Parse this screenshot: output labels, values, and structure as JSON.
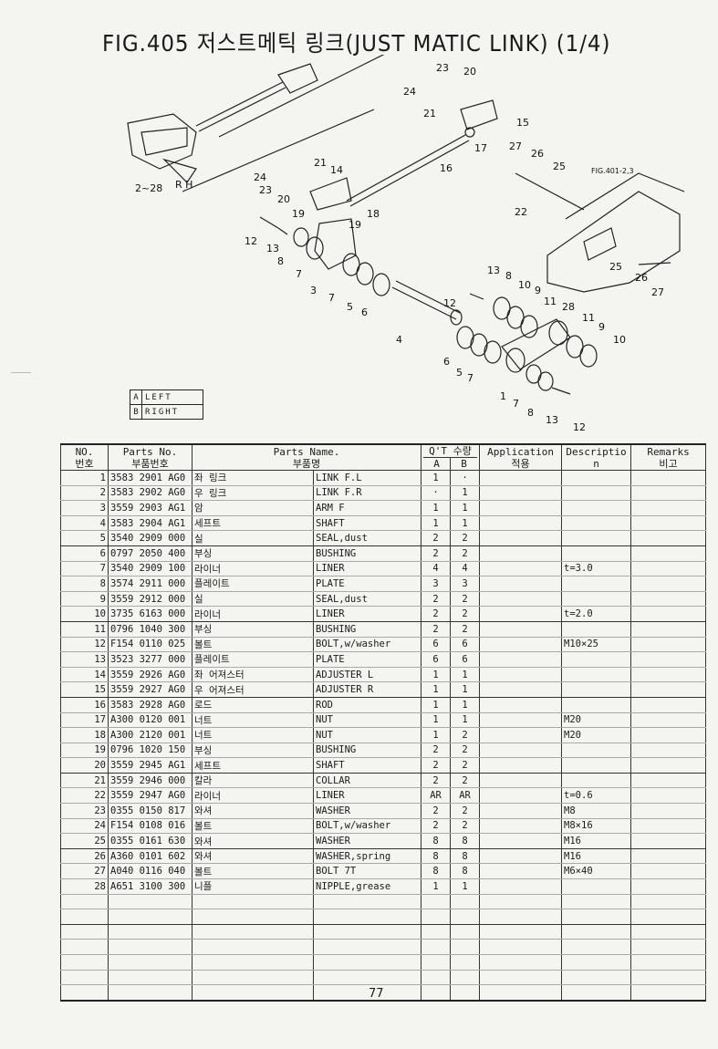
{
  "title": "FIG.405 저스트메틱 링크(JUST MATIC LINK) (1/4)",
  "diagram": {
    "labels": [
      "2~28",
      "R H",
      "23",
      "20",
      "24",
      "21",
      "15",
      "17",
      "16",
      "27",
      "26",
      "25",
      "FIG.401-2,3",
      "22",
      "24",
      "21",
      "14",
      "23",
      "20",
      "18",
      "19",
      "19",
      "12",
      "13",
      "8",
      "7",
      "3",
      "7",
      "5",
      "6",
      "4",
      "13",
      "8",
      "10",
      "12",
      "9",
      "11",
      "28",
      "11",
      "9",
      "10",
      "25",
      "26",
      "27",
      "6",
      "5",
      "7",
      "1",
      "7",
      "8",
      "13",
      "12"
    ]
  },
  "legend": [
    {
      "key": "A",
      "value": "LEFT"
    },
    {
      "key": "B",
      "value": "RIGHT"
    }
  ],
  "table": {
    "headers": {
      "no_en": "NO.",
      "no_ko": "번호",
      "partno_en": "Parts No.",
      "partno_ko": "부품번호",
      "name_en": "Parts Name.",
      "name_ko": "부품명",
      "qty": "Q'T 수량",
      "qty_a": "A",
      "qty_b": "B",
      "app_en": "Application",
      "app_ko": "적용",
      "desc_en": "Descriptio",
      "desc_2": "n",
      "rem_en": "Remarks",
      "rem_ko": "비고"
    },
    "rows": [
      {
        "no": "1",
        "part": "3583 2901 AG0",
        "ko": "좌 링크",
        "en": "LINK F.L",
        "a": "1",
        "b": "·",
        "app": "",
        "desc": "",
        "rem": ""
      },
      {
        "no": "2",
        "part": "3583 2902 AG0",
        "ko": "우 링크",
        "en": "LINK F.R",
        "a": "·",
        "b": "1",
        "app": "",
        "desc": "",
        "rem": ""
      },
      {
        "no": "3",
        "part": "3559 2903 AG1",
        "ko": "암",
        "en": "ARM F",
        "a": "1",
        "b": "1",
        "app": "",
        "desc": "",
        "rem": ""
      },
      {
        "no": "4",
        "part": "3583 2904 AG1",
        "ko": "세프트",
        "en": "SHAFT",
        "a": "1",
        "b": "1",
        "app": "",
        "desc": "",
        "rem": ""
      },
      {
        "no": "5",
        "part": "3540 2909 000",
        "ko": "실",
        "en": "SEAL,dust",
        "a": "2",
        "b": "2",
        "app": "",
        "desc": "",
        "rem": ""
      },
      {
        "no": "6",
        "part": "0797 2050 400",
        "ko": "부싱",
        "en": "BUSHING",
        "a": "2",
        "b": "2",
        "app": "",
        "desc": "",
        "rem": ""
      },
      {
        "no": "7",
        "part": "3540 2909 100",
        "ko": "라이너",
        "en": "LINER",
        "a": "4",
        "b": "4",
        "app": "",
        "desc": "t=3.0",
        "rem": ""
      },
      {
        "no": "8",
        "part": "3574 2911 000",
        "ko": "플레이트",
        "en": "PLATE",
        "a": "3",
        "b": "3",
        "app": "",
        "desc": "",
        "rem": ""
      },
      {
        "no": "9",
        "part": "3559 2912 000",
        "ko": "실",
        "en": "SEAL,dust",
        "a": "2",
        "b": "2",
        "app": "",
        "desc": "",
        "rem": ""
      },
      {
        "no": "10",
        "part": "3735 6163 000",
        "ko": "라이너",
        "en": "LINER",
        "a": "2",
        "b": "2",
        "app": "",
        "desc": "t=2.0",
        "rem": ""
      },
      {
        "no": "11",
        "part": "0796 1040 300",
        "ko": "부싱",
        "en": "BUSHING",
        "a": "2",
        "b": "2",
        "app": "",
        "desc": "",
        "rem": ""
      },
      {
        "no": "12",
        "part": "F154 0110 025",
        "ko": "볼트",
        "en": "BOLT,w/washer",
        "a": "6",
        "b": "6",
        "app": "",
        "desc": "M10×25",
        "rem": ""
      },
      {
        "no": "13",
        "part": "3523 3277 000",
        "ko": "플레이트",
        "en": "PLATE",
        "a": "6",
        "b": "6",
        "app": "",
        "desc": "",
        "rem": ""
      },
      {
        "no": "14",
        "part": "3559 2926 AG0",
        "ko": "좌 어져스터",
        "en": "ADJUSTER L",
        "a": "1",
        "b": "1",
        "app": "",
        "desc": "",
        "rem": ""
      },
      {
        "no": "15",
        "part": "3559 2927 AG0",
        "ko": "우 어져스터",
        "en": "ADJUSTER R",
        "a": "1",
        "b": "1",
        "app": "",
        "desc": "",
        "rem": ""
      },
      {
        "no": "16",
        "part": "3583 2928 AG0",
        "ko": "로드",
        "en": "ROD",
        "a": "1",
        "b": "1",
        "app": "",
        "desc": "",
        "rem": ""
      },
      {
        "no": "17",
        "part": "A300 0120 001",
        "ko": "너트",
        "en": "NUT",
        "a": "1",
        "b": "1",
        "app": "",
        "desc": "M20",
        "rem": ""
      },
      {
        "no": "18",
        "part": "A300 2120 001",
        "ko": "너트",
        "en": "NUT",
        "a": "1",
        "b": "2",
        "app": "",
        "desc": "M20",
        "rem": ""
      },
      {
        "no": "19",
        "part": "0796 1020 150",
        "ko": "부싱",
        "en": "BUSHING",
        "a": "2",
        "b": "2",
        "app": "",
        "desc": "",
        "rem": ""
      },
      {
        "no": "20",
        "part": "3559 2945 AG1",
        "ko": "세프트",
        "en": "SHAFT",
        "a": "2",
        "b": "2",
        "app": "",
        "desc": "",
        "rem": ""
      },
      {
        "no": "21",
        "part": "3559 2946 000",
        "ko": "칼라",
        "en": "COLLAR",
        "a": "2",
        "b": "2",
        "app": "",
        "desc": "",
        "rem": ""
      },
      {
        "no": "22",
        "part": "3559 2947 AG0",
        "ko": "라이너",
        "en": "LINER",
        "a": "AR",
        "b": "AR",
        "app": "",
        "desc": "t=0.6",
        "rem": ""
      },
      {
        "no": "23",
        "part": "0355 0150 817",
        "ko": "와셔",
        "en": "WASHER",
        "a": "2",
        "b": "2",
        "app": "",
        "desc": "M8",
        "rem": ""
      },
      {
        "no": "24",
        "part": "F154 0108 016",
        "ko": "볼트",
        "en": "BOLT,w/washer",
        "a": "2",
        "b": "2",
        "app": "",
        "desc": "M8×16",
        "rem": ""
      },
      {
        "no": "25",
        "part": "0355 0161 630",
        "ko": "와셔",
        "en": "WASHER",
        "a": "8",
        "b": "8",
        "app": "",
        "desc": "M16",
        "rem": ""
      },
      {
        "no": "26",
        "part": "A360 0101 602",
        "ko": "와셔",
        "en": "WASHER,spring",
        "a": "8",
        "b": "8",
        "app": "",
        "desc": "M16",
        "rem": ""
      },
      {
        "no": "27",
        "part": "A040 0116 040",
        "ko": "볼트",
        "en": "BOLT 7T",
        "a": "8",
        "b": "8",
        "app": "",
        "desc": "M6×40",
        "rem": ""
      },
      {
        "no": "28",
        "part": "A651 3100 300",
        "ko": "니플",
        "en": "NIPPLE,grease",
        "a": "1",
        "b": "1",
        "app": "",
        "desc": "",
        "rem": ""
      }
    ]
  },
  "page_number": "77"
}
